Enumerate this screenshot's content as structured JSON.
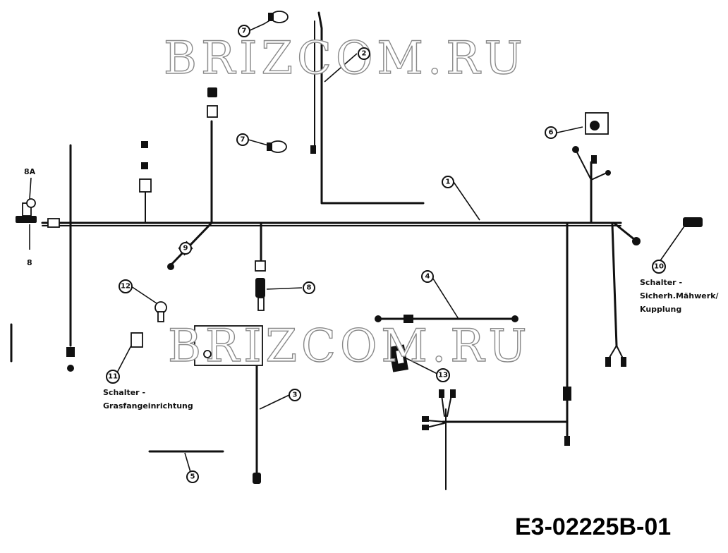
{
  "watermark": "BRIZCOM.RU",
  "drawing_number": "E3-02225B-01",
  "fuse_label": "8A",
  "callouts": {
    "c1": "1",
    "c2": "2",
    "c3": "3",
    "c4": "4",
    "c5": "5",
    "c6": "6",
    "c7a": "7",
    "c7b": "7",
    "c8": "8",
    "c9": "9",
    "c10": "10",
    "c11": "11",
    "c12": "12",
    "c13": "13"
  },
  "fuse_callout": "8",
  "labels": {
    "switch_grass_line1": "Schalter -",
    "switch_grass_line2": "Grasfangeinrichtung",
    "switch_safety_line1": "Schalter -",
    "switch_safety_line2": "Sicherh.Mähwerk/",
    "switch_safety_line3": "Kupplung"
  }
}
